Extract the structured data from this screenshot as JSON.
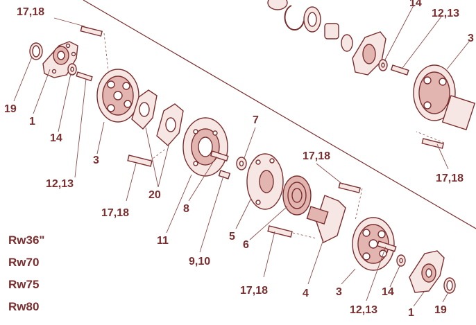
{
  "colors": {
    "ink": "#7a2e2e",
    "fill": "#f7e7e4",
    "shade": "#e3b5b0",
    "leader": "#8c4a48"
  },
  "callouts": {
    "tl_17_18": "17,18",
    "tl_19": "19",
    "tl_1": "1",
    "tl_14": "14",
    "tl_3": "3",
    "tl_12_13": "12,13",
    "tl_17_18_b": "17,18",
    "tl_20": "20",
    "tl_8": "8",
    "tl_11": "11",
    "tl_9_10": "9,10",
    "tl_7": "7",
    "tl_5": "5",
    "tl_6": "6",
    "mid_17_18": "17,18",
    "b_17_18": "17,18",
    "b_4": "4",
    "b_3": "3",
    "b_12_13": "12,13",
    "b_14": "14",
    "b_1": "1",
    "b_19": "19",
    "tr_14": "14",
    "tr_12_13": "12,13",
    "tr_3": "3",
    "tr_17_18": "17,18"
  },
  "models": [
    "Rw36\"",
    "Rw70",
    "Rw75",
    "Rw80"
  ]
}
